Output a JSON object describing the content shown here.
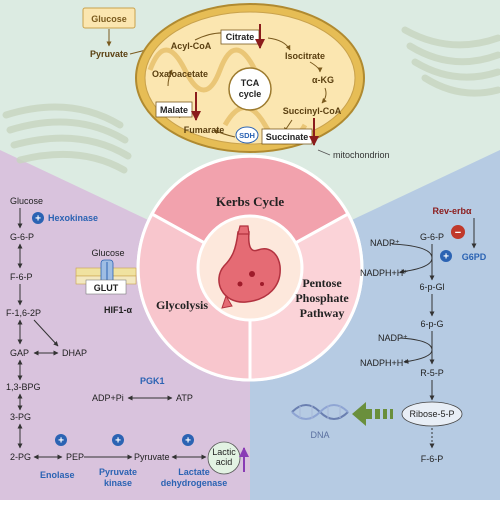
{
  "colors": {
    "mint_bg": "#dcebe2",
    "lavender_bg": "#d9c3dd",
    "blue_bg": "#b6cbe3",
    "pink_outer": "#f4b9c1",
    "pink_inner": "#fbd3d8",
    "blue_label": "#2b63b3",
    "dark_red": "#8b1c1c",
    "mito_fill": "#fbe6b0",
    "mito_stroke": "#c9a24c"
  },
  "mito": {
    "glucose": "Glucose",
    "pyruvate": "Pyruvate",
    "acyl_coa": "Acyl-CoA",
    "citrate": "Citrate",
    "isocitrate": "Isocitrate",
    "akg": "α-KG",
    "succinyl_coa": "Succinyl-CoA",
    "succinate": "Succinate",
    "sdh": "SDH",
    "fumarate": "Fumarate",
    "malate": "Malate",
    "oxaloacetate": "Oxaloacetate",
    "tca_line1": "TCA",
    "tca_line2": "cycle",
    "label": "mitochondrion"
  },
  "center": {
    "kerbs": "Kerbs Cycle",
    "glycolysis": "Glycolysis",
    "ppp_line1": "Pentose",
    "ppp_line2": "Phosphate",
    "ppp_line3": "Pathway"
  },
  "glycolysis": {
    "glucose": "Glucose",
    "hexokinase": "Hexokinase",
    "g6p": "G-6-P",
    "f6p": "F-6-P",
    "f16p": "F-1,6-2P",
    "gap": "GAP",
    "dhap": "DHAP",
    "bpg": "1,3-BPG",
    "pg3": "3-PG",
    "pg2": "2-PG",
    "pep": "PEP",
    "pyruvate": "Pyruvate",
    "lactic_line1": "Lactic",
    "lactic_line2": "acid",
    "enolase": "Enolase",
    "pyruvate_kinase_line1": "Pyruvate",
    "pyruvate_kinase_line2": "kinase",
    "ldh_line1": "Lactate",
    "ldh_line2": "dehydrogenase",
    "pgk1": "PGK1",
    "adp_pi": "ADP+Pi",
    "atp": "ATP",
    "glucose_membrane": "Glucose",
    "glut": "GLUT",
    "hif1a": "HIF1-α"
  },
  "ppp": {
    "rev_erba": "Rev-erbα",
    "g6pd": "G6PD",
    "g6p": "G-6-P",
    "nadp1": "NADP⁺",
    "nadph1": "NADPH+H⁺",
    "gl6p": "6-p-Gl",
    "pg6": "6-p-G",
    "nadp2": "NADP⁺",
    "nadph2": "NADPH+H⁺",
    "r5p": "R-5-P",
    "ribose5p": "Ribose-5-P",
    "dna": "DNA",
    "f6p": "F-6-P"
  }
}
